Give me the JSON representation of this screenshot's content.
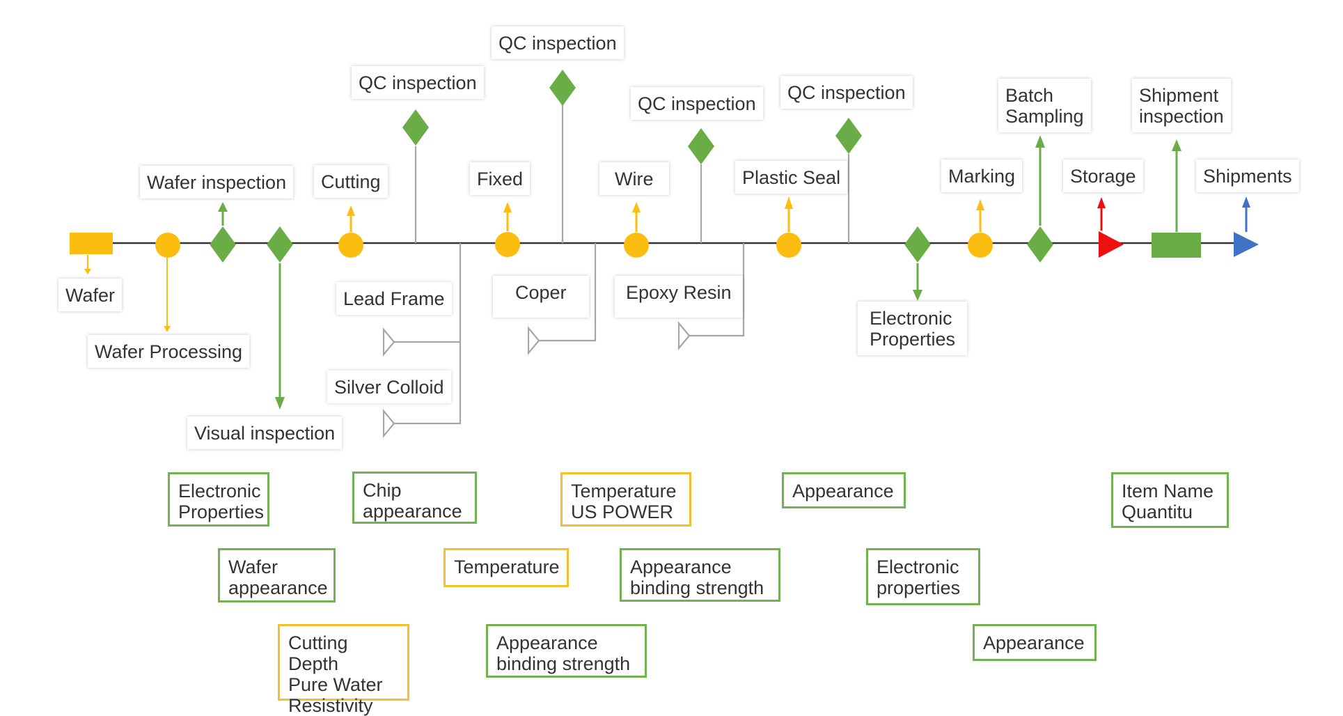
{
  "colors": {
    "yellow": "#fbbd0f",
    "green": "#6aac45",
    "gray": "#9e9e9e",
    "red": "#ee1010",
    "blue": "#4173c4",
    "green_border": "#71b34f",
    "yellow_border": "#f5c02a"
  },
  "flow": {
    "wafer": "Wafer",
    "wafer_processing": "Wafer Processing",
    "wafer_inspection": "Wafer inspection",
    "visual_inspection": "Visual inspection",
    "cutting": "Cutting",
    "qc_inspection_1": "QC inspection",
    "lead_frame": "Lead Frame",
    "silver_colloid": "Silver Colloid",
    "fixed": "Fixed",
    "qc_inspection_2": "QC inspection",
    "coper": "Coper",
    "wire": "Wire",
    "qc_inspection_3": "QC inspection",
    "epoxy_resin": "Epoxy Resin",
    "plastic_seal": "Plastic Seal",
    "qc_inspection_4": "QC inspection",
    "electronic_properties": "Electronic\nProperties",
    "marking": "Marking",
    "batch_sampling": "Batch\nSampling",
    "storage": "Storage",
    "shipment_inspection": "Shipment\ninspection",
    "shipments": "Shipments"
  },
  "notes": {
    "electronic_properties": "Electronic\nProperties",
    "wafer_appearance": "Wafer\nappearance",
    "cutting_depth": "Cutting Depth\nPure Water\nResistivity",
    "chip_appearance": "Chip\nappearance",
    "temperature": "Temperature",
    "appearance_binding_1": "Appearance\nbinding strength",
    "temperature_us_power": "Temperature\nUS POWER",
    "appearance_binding_2": "Appearance\nbinding strength",
    "appearance_1": "Appearance",
    "electronic_properties_2": "Electronic\nproperties",
    "appearance_2": "Appearance",
    "item_name_quantitu": "Item Name\nQuantitu"
  }
}
